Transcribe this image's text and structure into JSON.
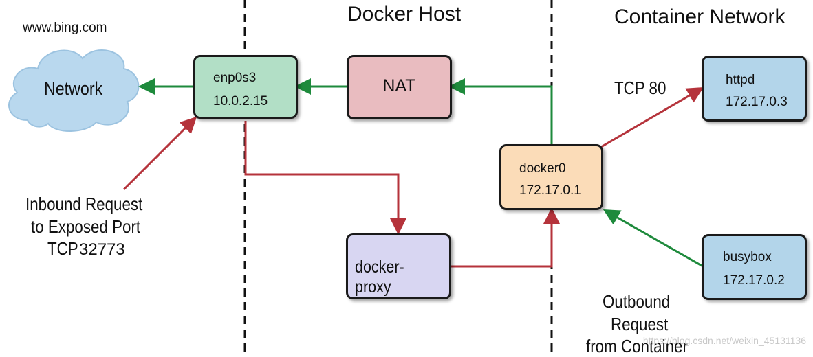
{
  "source_label": "www.bing.com",
  "headers": {
    "docker_host": "Docker Host",
    "container_network": "Container Network"
  },
  "network": {
    "label": "Network"
  },
  "enp0s3": {
    "name": "enp0s3",
    "ip": "10.0.2.15"
  },
  "nat": {
    "label": "NAT"
  },
  "docker0": {
    "name": "docker0",
    "ip": "172.17.0.1"
  },
  "docker_proxy": {
    "label": "docker-proxy"
  },
  "httpd": {
    "name": "httpd",
    "ip": "172.17.0.3"
  },
  "busybox": {
    "name": "busybox",
    "ip": "172.17.0.2"
  },
  "labels": {
    "tcp80": "TCP 80",
    "inbound_line1": "Inbound Request",
    "inbound_line2": "to Exposed Port",
    "inbound_line3_a": "TCP",
    "inbound_line3_b": "32773",
    "outbound_line1": "Outbound",
    "outbound_line2": "Request",
    "outbound_line3": "from Container"
  },
  "watermark": "https://blog.csdn.net/weixin_45131136",
  "colors": {
    "green_arrow": "#1e8a3c",
    "red_arrow": "#b5333b",
    "enp0s3_fill": "#b2dfc6",
    "nat_fill": "#e9bcc0",
    "docker0_fill": "#fbdcb8",
    "proxy_fill": "#d8d6f2",
    "container_fill": "#b3d5ea",
    "cloud_fill": "#b9d8ee"
  }
}
